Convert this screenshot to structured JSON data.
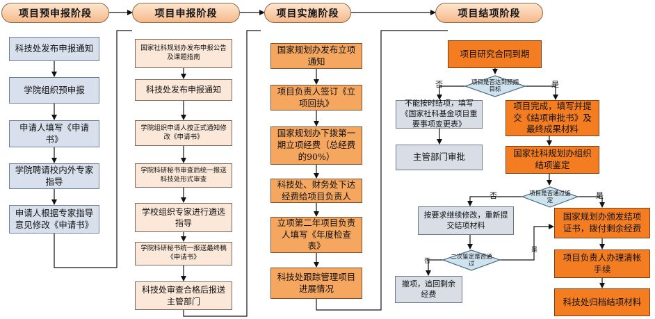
{
  "phases": [
    "项目预申报阶段",
    "项目申报阶段",
    "项目实施阶段",
    "项目结项阶段"
  ],
  "col1": [
    "科技处发布申报通知",
    "学院组织预申报",
    "申请人填写《申请书》",
    "学院聘请校内外专家指导",
    "申请人根据专家指导意见修改《申请书》"
  ],
  "col2": [
    "国家社科规划办发布申报公告及课题指南",
    "科技处发布申报通知",
    "学院组织申请人按正式通知修改《申请书》",
    "学院科研秘书审查后统一报送科技处形式审查",
    "学校组织专家进行遴选指导",
    "学院科研秘书统一报送最终稿《申请书》",
    "科技处审查合格后报送主管部门"
  ],
  "col3": [
    "国家规划办发布立项通知",
    "项目负责人签订《立项回执》",
    "国家规划办下拨第一期立项经费（总经费的90%）",
    "科技处、财务处下达经费给项目负责人",
    "立项第二年项目负责人填写《年度检查表》",
    "科技处跟踪管理项目进展情况"
  ],
  "col4": {
    "start": "项目研究合同到期",
    "decision1": "项目是否达到预期目标",
    "no1_box": "不能按时结项，填写《国家社科基金项目重要事项变更表》",
    "no1_approve": "主管部门审批",
    "yes1_box": "项目完成，填写并提交《结项审批书》及最终成果材料",
    "verify": "国家社科规划办组织结项鉴定",
    "decision2": "项目是否通过鉴定",
    "no2_box": "按要求继续修改，重新提交结项材料",
    "decision3": "二次鉴定是否通过",
    "no3_box": "撤项，追回剩余经费",
    "yes2_box": "国家规划办颁发结项证书，拨付剩余经费",
    "settle": "项目负责人办理清帐手续",
    "archive": "科技处归档结项材料"
  },
  "labels": {
    "yes": "是",
    "no": "否"
  }
}
